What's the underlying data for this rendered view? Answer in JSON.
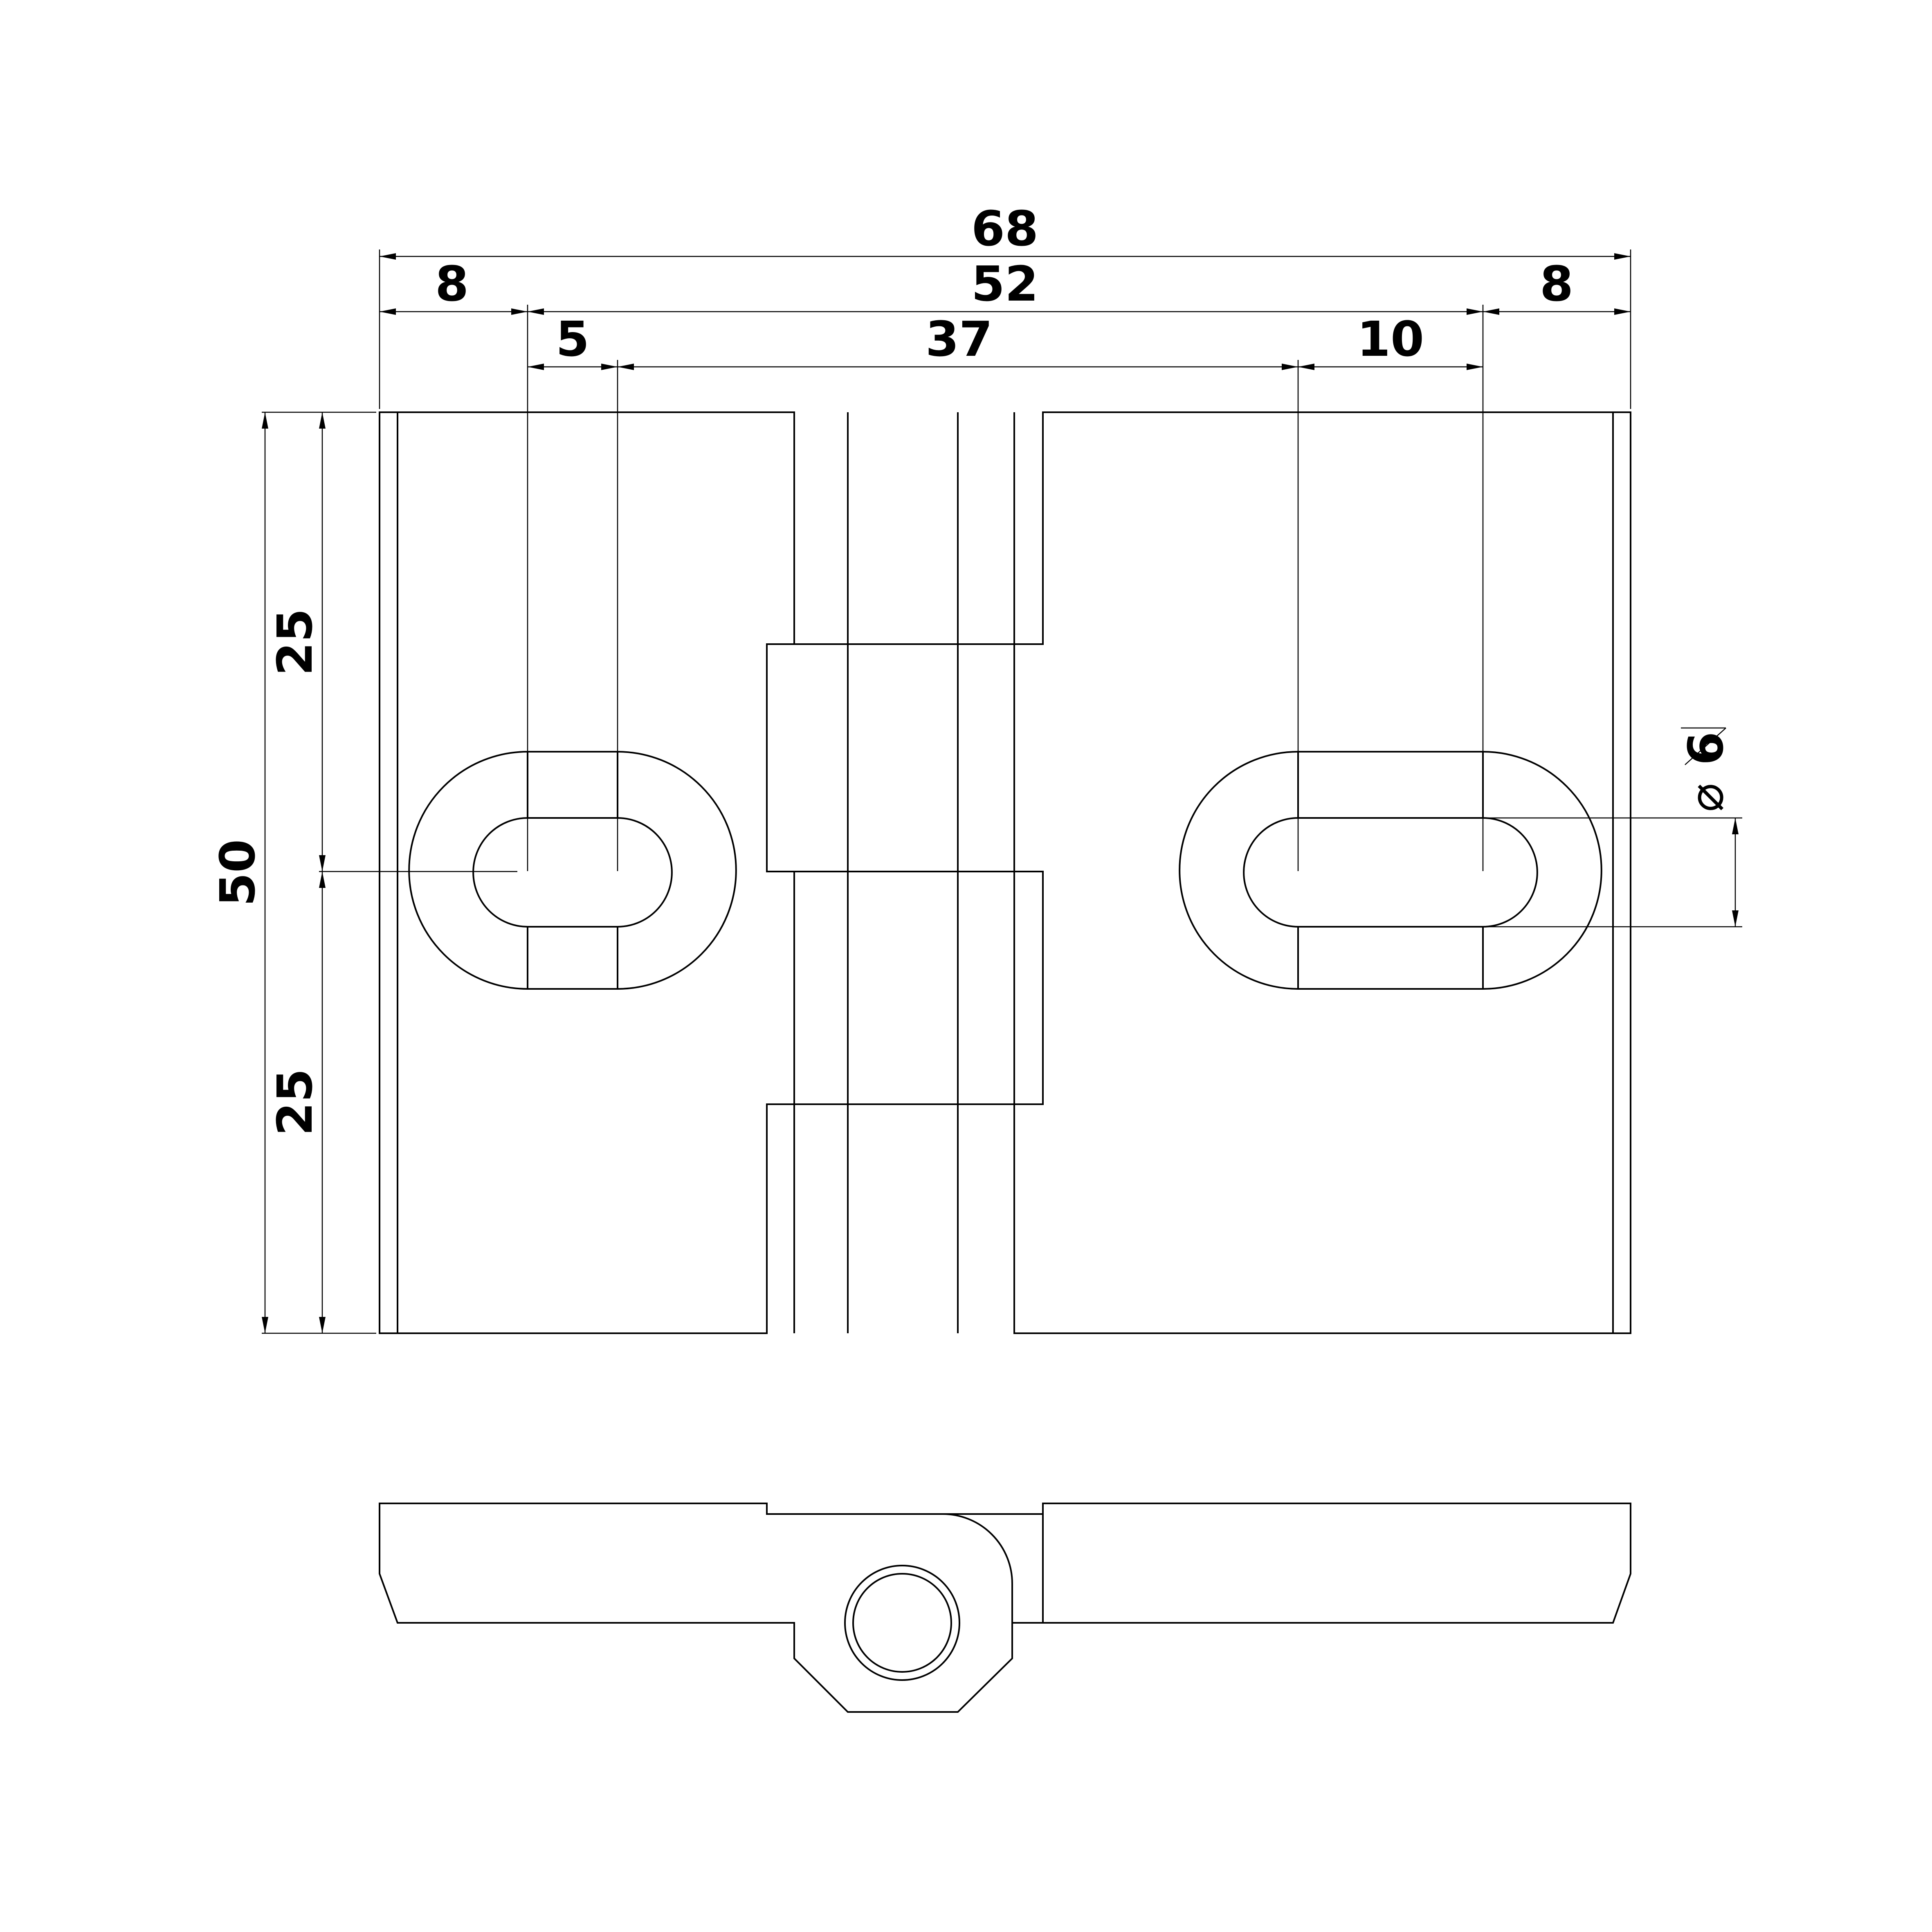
{
  "drawing": {
    "line_color": "#000000",
    "background": "#ffffff",
    "dimensions": {
      "overall_width": "68",
      "left_margin": "8",
      "hole_center_span": "52",
      "right_margin": "8",
      "left_slot_length": "5",
      "slot_gap": "37",
      "right_slot_length": "10",
      "overall_height": "50",
      "upper_half_height": "25",
      "lower_half_height": "25",
      "slot_diameter_symbol": "⌀",
      "slot_diameter": "6"
    }
  }
}
